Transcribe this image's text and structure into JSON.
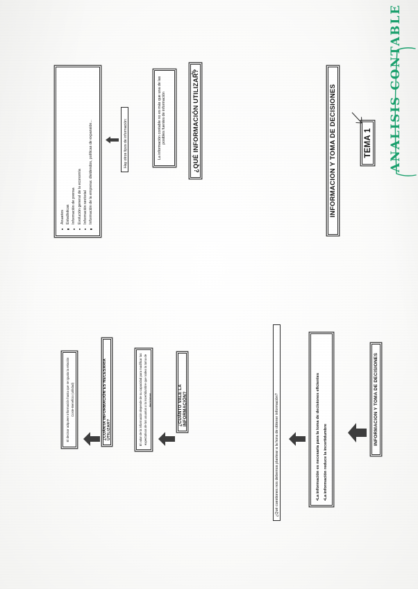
{
  "document": {
    "type": "scanned-lecture-slides",
    "orientation": "rotated-90-ccw",
    "handwritten_note": "ANALISIS CONTABLE",
    "handwritten_note_color": "#1aa06d"
  },
  "slide_top": {
    "title": "INFORMACION Y TOMA DE DECISIONES",
    "topic_box": "TEMA 1",
    "question": "¿QUÉ INFORMACIÓN UTILIZAR?",
    "statement": "La información contable no es más que una de las posibles fuentes de información",
    "link_label": "Hay otros tipos de información:",
    "sources": [
      "Anuarios",
      "Estadísticas",
      "Información de prensa",
      "Evolución general de la economía",
      "Información sectorial",
      "Información de la empresa: dividendos, políticas de expansión..."
    ]
  },
  "slide_bottom": {
    "title": "INFORMACION Y TOMA DE DECISIONES",
    "premises": [
      "La información es necesaria para la toma de decisiones eficientes",
      "La información reduce la incertidumbre"
    ],
    "question_main": "¿Qué cuestiones nos debemos plantear a la hora de obtener información?",
    "question_value": "¿CUÁNTO VALE LA INFORMACIÓN?",
    "answer_value": "El valor de la información depende de su capacidad para modificar las expectativas de los usuarios o la incertidumbre que rodea la toma de decisiones.",
    "question_quantity": "¿CUÁNTA INFORMACIÓN ES NECESARIA UTILIZAR?",
    "answer_quantity": "El decisor adquiere información hasta que se iguala la relación Coste-Beneficio (utilidad)"
  },
  "icons": {
    "block_arrow": "block-arrow-left-icon",
    "hand_arrow": "hand-drawn-arrow-icon"
  }
}
